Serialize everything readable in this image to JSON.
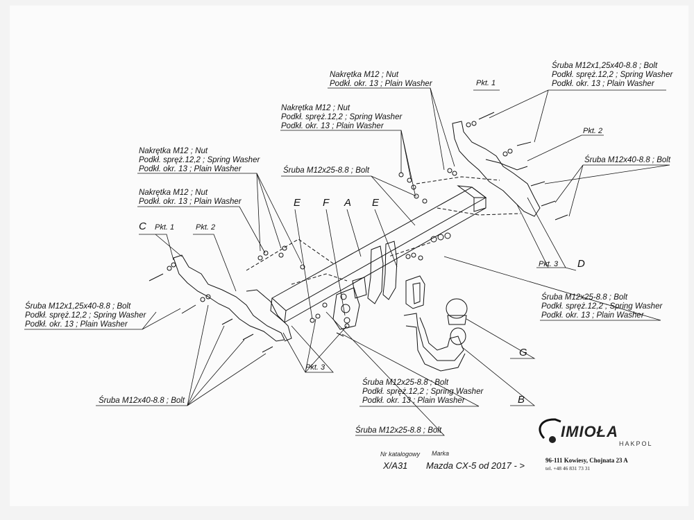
{
  "callouts": {
    "top_center_nut": [
      "Nakrętka M12 ; Nut",
      "Podkł. okr. 13 ; Plain Washer"
    ],
    "top_right_bolt": [
      "Śruba M12x1,25x40-8.8 ;  Bolt",
      "Podkł. spręż.12,2 ; Spring Washer",
      "Podkł. okr. 13 ; Plain Washer"
    ],
    "mid_nut_spring": [
      "Nakrętka M12 ; Nut",
      "Podkł. spręż.12,2 ; Spring Washer",
      "Podkł. okr. 13 ; Plain Washer"
    ],
    "left_nut_spring": [
      "Nakrętka M12 ; Nut",
      "Podkł. spręż.12,2 ; Spring Washer",
      "Podkł. okr. 13 ; Plain Washer"
    ],
    "left_nut_plain": [
      "Nakrętka M12 ; Nut",
      "Podkł. okr. 13 ; Plain Washer"
    ],
    "center_bolt": "Śruba M12x25-8.8 ;  Bolt",
    "right_bolt_40": "Śruba M12x40-8.8 ;  Bolt",
    "right_bolt_25": [
      "Śruba M12x25-8.8 ;  Bolt",
      "Podkł. spręż.12,2 ; Spring Washer",
      "Podkł. okr. 13 ; Plain Washer"
    ],
    "left_bolt_125": [
      "Śruba M12x1,25x40-8.8 ;  Bolt",
      "Podkł. spręż.12,2 ; Spring Washer",
      "Podkł. okr. 13 ; Plain Washer"
    ],
    "left_bolt_40": "Śruba M12x40-8.8 ;  Bolt",
    "bottom_bolt_25_full": [
      "Śruba M12x25-8.8 ;  Bolt",
      "Podkł. spręż.12,2 ; Spring Washer",
      "Podkł. okr. 13 ; Plain Washer"
    ],
    "bottom_bolt_25": "Śruba M12x25-8.8 ;  Bolt"
  },
  "points": {
    "pkt1": "Pkt. 1",
    "pkt2": "Pkt. 2",
    "pkt3": "Pkt. 3"
  },
  "letters": {
    "A": "A",
    "B": "B",
    "C": "C",
    "D": "D",
    "E": "E",
    "F": "F",
    "G": "G"
  },
  "footer": {
    "catalog_label": "Nr katalogowy",
    "brand_label": "Marka",
    "catalog_number": "X/A31",
    "vehicle": "Mazda CX-5   od  2017 - >",
    "company": "IMIOŁA",
    "company_sub": "HAKPOL",
    "address": "96-111 Kowiesy, Chojnata 23 A",
    "phone": "tel. +48 46 831 73 31"
  },
  "colors": {
    "ink": "#111111",
    "paper": "#fbfbfb"
  }
}
